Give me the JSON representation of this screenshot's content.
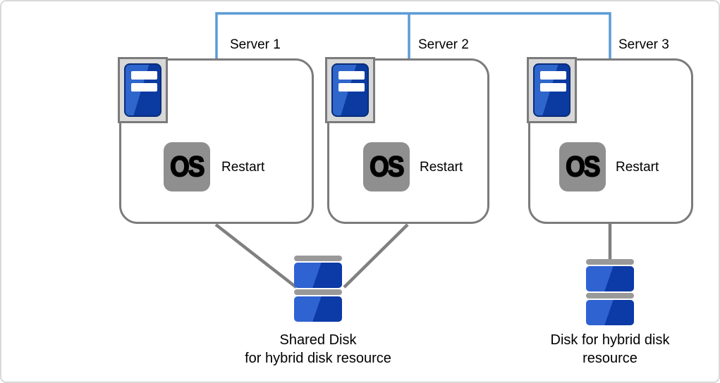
{
  "servers": [
    {
      "label": "Server 1",
      "os_badge": "OS",
      "status_label": "Restart"
    },
    {
      "label": "Server 2",
      "os_badge": "OS",
      "status_label": "Restart"
    },
    {
      "label": "Server 3",
      "os_badge": "OS",
      "status_label": "Restart"
    }
  ],
  "disks": [
    {
      "label_line1": "Shared Disk",
      "label_line2": "for hybrid disk resource",
      "connected_servers": [
        "Server 1",
        "Server 2"
      ]
    },
    {
      "label_line1": "Disk for hybrid disk",
      "label_line2": "resource",
      "connected_servers": [
        "Server 3"
      ]
    }
  ],
  "colors": {
    "network_line": "#5B9BD5",
    "connector_line": "#808080",
    "server_border": "#7B7B7B",
    "icon_background": "#D8D8D8",
    "tower_blue_light": "#2F66CC",
    "tower_blue_dark": "#0B3AA0",
    "os_badge_background": "#8F8F8F",
    "disk_bar_gray": "#999999",
    "text": "#000000"
  }
}
